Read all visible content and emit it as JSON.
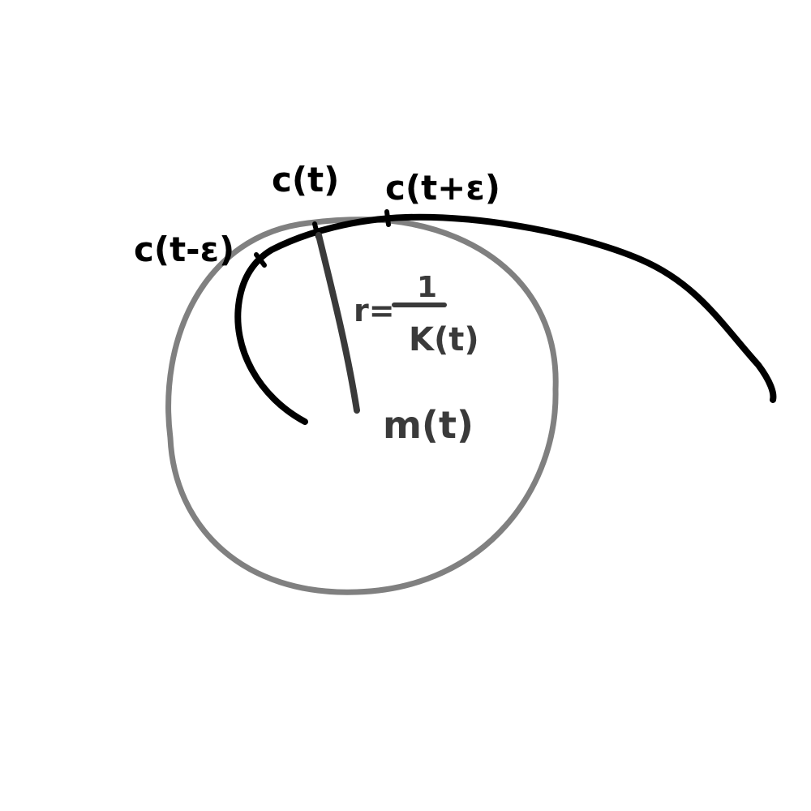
{
  "colors": {
    "background": "#ffffff",
    "curve": "#000000",
    "osculating_circle": "#808080",
    "radius_line": "#3a3a3a",
    "curve_labels": "#000000",
    "center_labels": "#3a3a3a"
  },
  "labels": {
    "point_before": "c(t-ε)",
    "point_at": "c(t)",
    "point_after": "c(t+ε)",
    "radius_prefix": "r=",
    "radius_numerator": "1",
    "radius_denominator": "K(t)",
    "center": "m(t)"
  }
}
